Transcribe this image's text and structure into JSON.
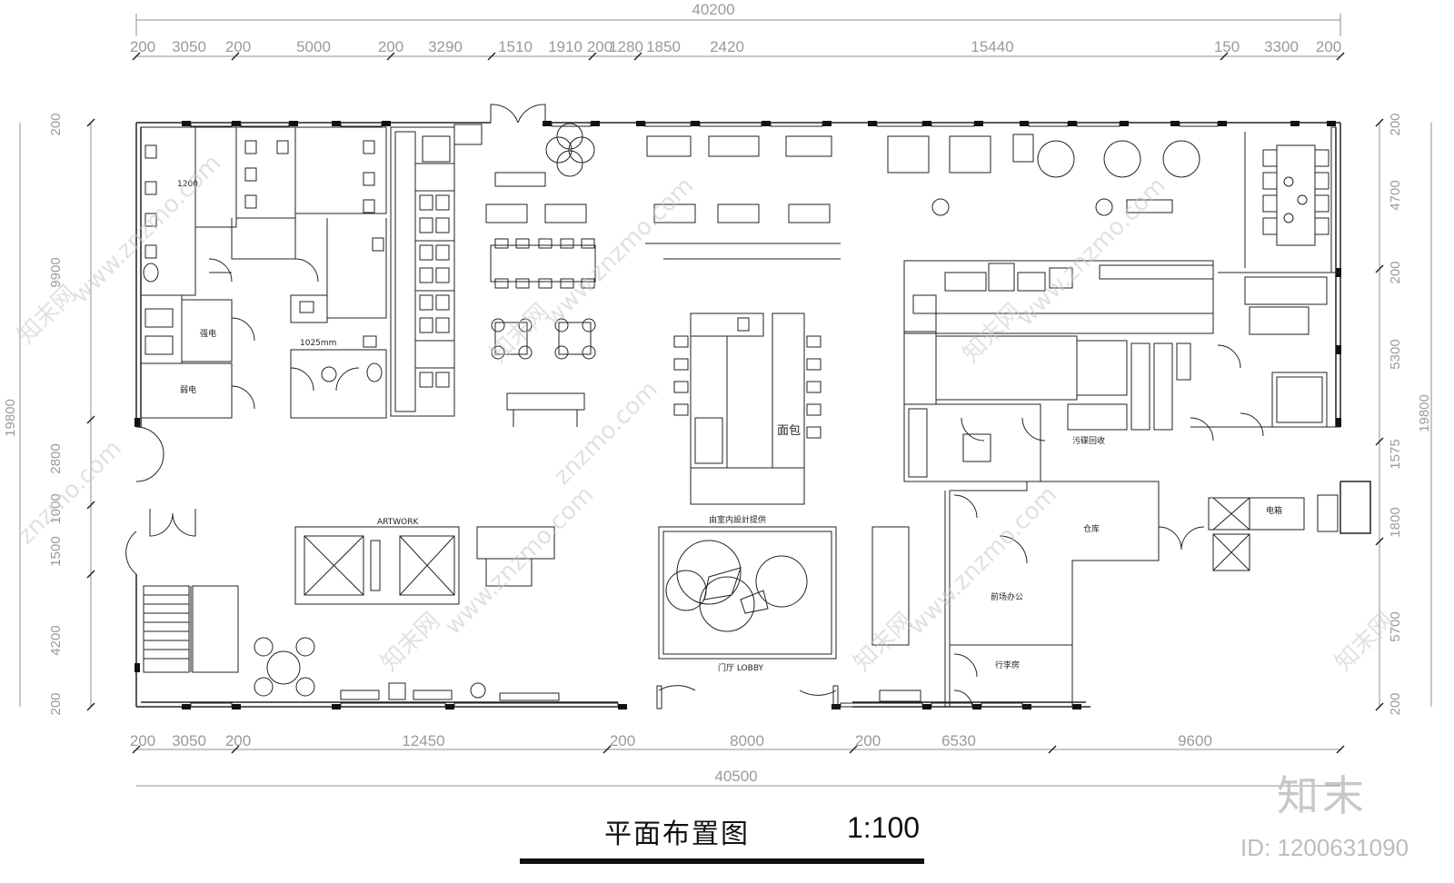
{
  "title": "平面布置图",
  "scale": "1:100",
  "watermark": {
    "logo": "知末",
    "id": "ID: 1200631090",
    "site": "www.znzmo.com",
    "site_short": "znzmo.com",
    "brand": "知末网"
  },
  "dimensions": {
    "top_total": "40200",
    "top_segments": [
      "200",
      "3050",
      "200",
      "5000",
      "200",
      "3290",
      "1510",
      "1910",
      "200",
      "1280",
      "1850",
      "2420",
      "15440",
      "150",
      "3300",
      "200"
    ],
    "bottom_total": "40500",
    "bottom_segments": [
      "200",
      "3050",
      "200",
      "12450",
      "200",
      "8000",
      "200",
      "6530",
      "9600"
    ],
    "left_total": "19800",
    "left_segments": [
      "200",
      "9900",
      "2800",
      "1000",
      "1500",
      "4200",
      "200"
    ],
    "right_total": "19800",
    "right_segments": [
      "200",
      "4700",
      "200",
      "5300",
      "1575",
      "1800",
      "5700",
      "200"
    ]
  },
  "rooms": {
    "strong_power": "强电",
    "weak_power": "弱电",
    "bread": "面包",
    "provided": "由室内設計提供",
    "lobby": "门厅 LOBBY",
    "artwork": "ARTWORK",
    "dish_return": "污碟回收",
    "storage": "仓库",
    "electric_box": "电箱",
    "front_office": "前场办公",
    "luggage": "行李房",
    "size_1200": "1200",
    "size_1025": "1025mm"
  },
  "colors": {
    "line": "#222222",
    "dim_line": "#8f8f8f",
    "accent": "#1a1a1a"
  }
}
